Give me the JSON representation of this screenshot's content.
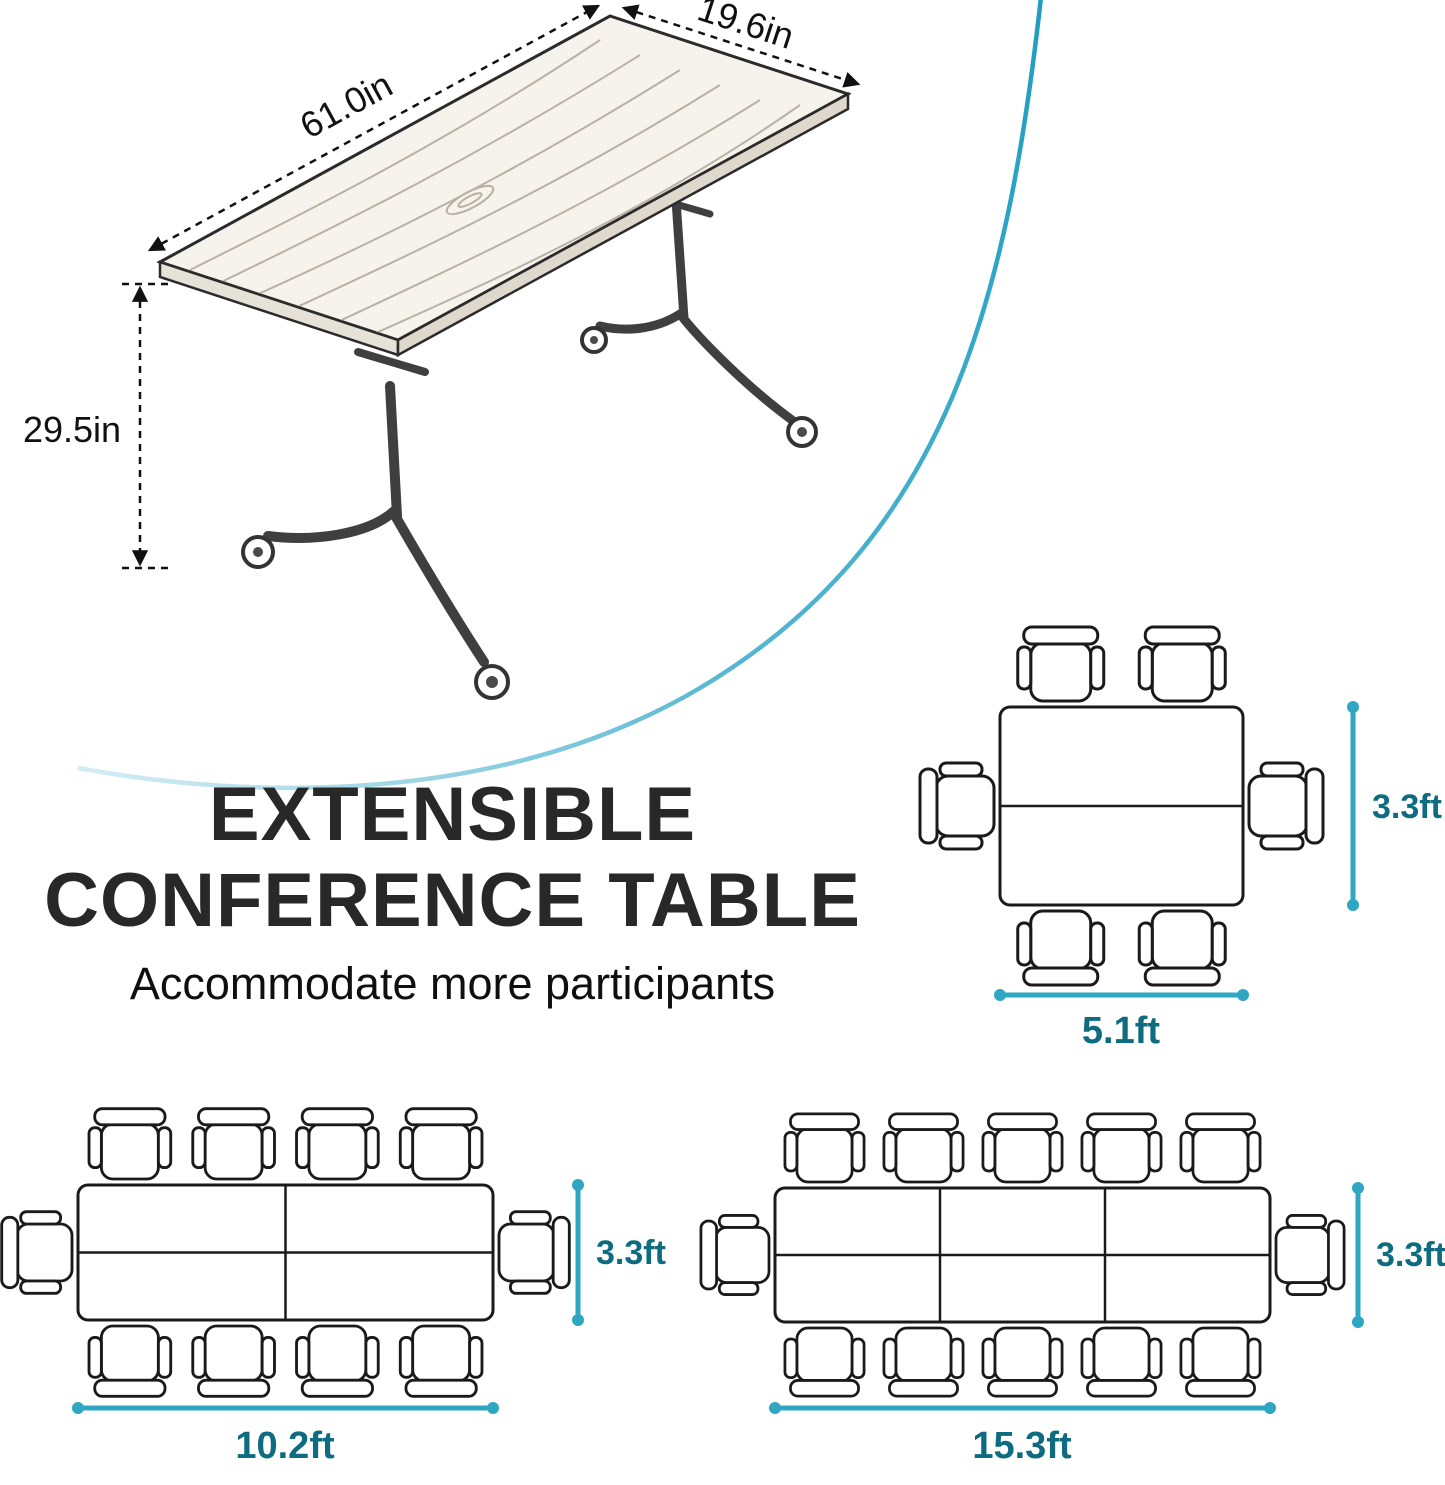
{
  "colors": {
    "accent": "#2fa6c2",
    "dim_label": "#0e6b80",
    "ink": "#1a1a1a"
  },
  "headline": {
    "line1": "EXTENSIBLE",
    "line2": "CONFERENCE TABLE",
    "subtitle": "Accommodate more participants"
  },
  "product_drawing": {
    "length_label": "61.0in",
    "depth_label": "19.6in",
    "height_label": "29.5in"
  },
  "layouts": [
    {
      "name": "single-table",
      "sections": 1,
      "top_chairs": 2,
      "bottom_chairs": 2,
      "left_chairs": 1,
      "right_chairs": 1,
      "width_label": "5.1ft",
      "height_label": "3.3ft"
    },
    {
      "name": "double-table",
      "sections": 2,
      "top_chairs": 4,
      "bottom_chairs": 4,
      "left_chairs": 1,
      "right_chairs": 1,
      "width_label": "10.2ft",
      "height_label": "3.3ft"
    },
    {
      "name": "triple-table",
      "sections": 3,
      "top_chairs": 5,
      "bottom_chairs": 5,
      "left_chairs": 1,
      "right_chairs": 1,
      "width_label": "15.3ft",
      "height_label": "3.3ft"
    }
  ]
}
